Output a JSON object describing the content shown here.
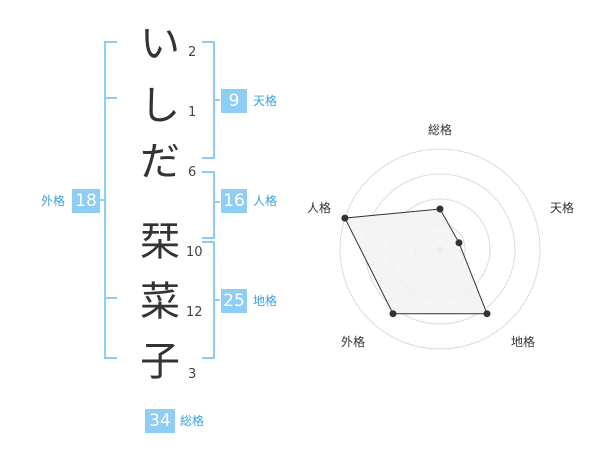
{
  "name": {
    "characters": [
      {
        "char": "い",
        "strokes": "2"
      },
      {
        "char": "し",
        "strokes": "1"
      },
      {
        "char": "だ",
        "strokes": "6"
      },
      {
        "char": "栞",
        "strokes": "10"
      },
      {
        "char": "菜",
        "strokes": "12"
      },
      {
        "char": "子",
        "strokes": "3"
      }
    ]
  },
  "fortune": {
    "tenkaku": {
      "value": "9",
      "label": "天格"
    },
    "jinkaku": {
      "value": "16",
      "label": "人格"
    },
    "chikaku": {
      "value": "25",
      "label": "地格"
    },
    "gaikaku": {
      "value": "18",
      "label": "外格"
    },
    "soukaku": {
      "value": "34",
      "label": "総格"
    }
  },
  "colors": {
    "bracket": "#8ecdf4",
    "box": "#8ecdf4",
    "label": "#3aa0e0",
    "radar_fill": "#f2f2f2"
  },
  "chart_data": {
    "type": "radar",
    "axes": [
      "総格",
      "天格",
      "地格",
      "外格",
      "人格"
    ],
    "values": [
      0.4,
      0.2,
      0.8,
      0.8,
      1.0
    ],
    "range": [
      0,
      1
    ],
    "rings": 4
  }
}
